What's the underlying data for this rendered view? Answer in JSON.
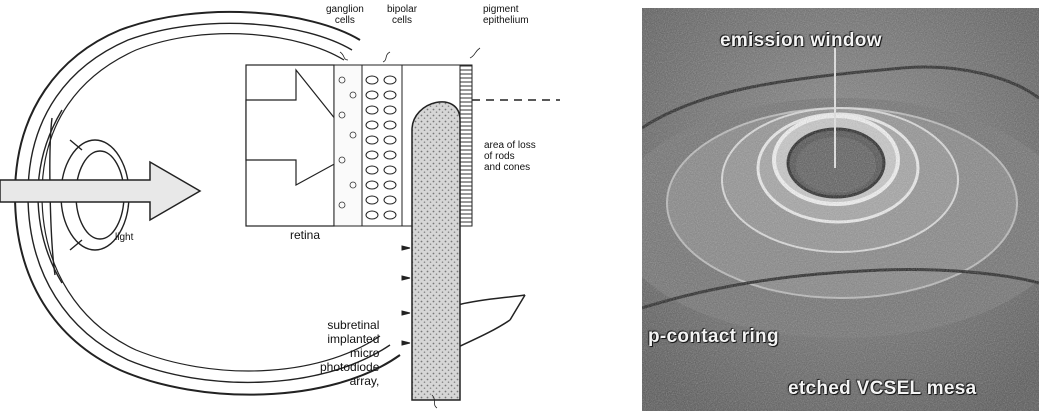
{
  "eye_diagram": {
    "labels": {
      "ganglion": "ganglion\ncells",
      "bipolar": "bipolar\ncells",
      "pigment": "pigment\nepithelium",
      "loss_area": "area of loss\nof rods\nand cones",
      "light": "light",
      "retina": "retina",
      "implant": "subretinal\nimplanted\nmicro\nphotodiode\narray,"
    }
  },
  "sem_image": {
    "labels": {
      "emission_window": "emission window",
      "p_contact_ring": "p-contact ring",
      "etched_mesa": "etched VCSEL mesa"
    },
    "colors": {
      "background": "#6a6a6a",
      "text": "#f4f4f4"
    }
  }
}
